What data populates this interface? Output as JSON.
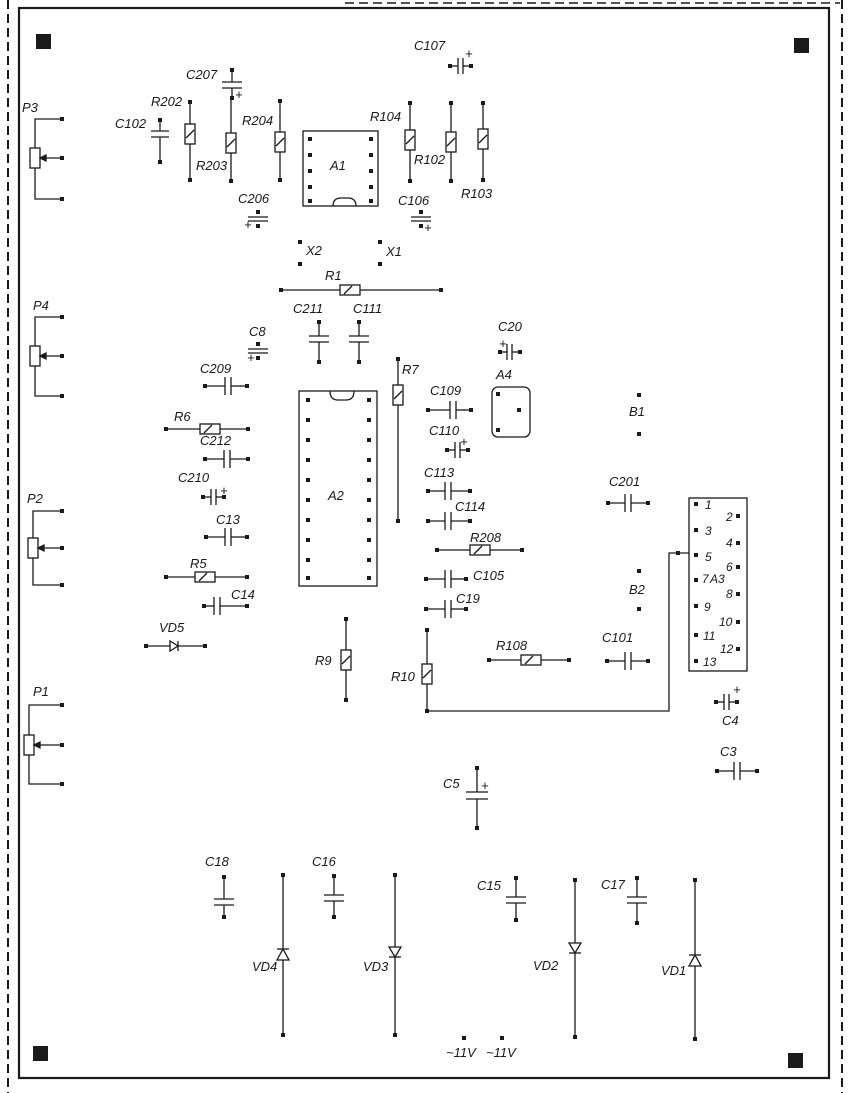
{
  "labels": {
    "P3": "P3",
    "P4": "P4",
    "P2": "P2",
    "P1": "P1",
    "C102": "C102",
    "R202": "R202",
    "C207": "C207",
    "R203": "R203",
    "R204": "R204",
    "C206": "C206",
    "A1": "A1",
    "C107": "C107",
    "R104": "R104",
    "R102": "R102",
    "R103": "R103",
    "C106": "C106",
    "X2": "X2",
    "X1": "X1",
    "R1": "R1",
    "C211": "C211",
    "C111": "C111",
    "C8": "C8",
    "C20": "C20",
    "C209": "C209",
    "R6": "R6",
    "C212": "C212",
    "C210": "C210",
    "C13": "C13",
    "R5": "R5",
    "C14": "C14",
    "VD5": "VD5",
    "A2": "A2",
    "R7": "R7",
    "C109": "C109",
    "A4": "A4",
    "C110": "C110",
    "C113": "C113",
    "C114": "C114",
    "R208": "R208",
    "C105": "C105",
    "C19": "C19",
    "R108": "R108",
    "C101": "C101",
    "R9": "R9",
    "R10": "R10",
    "B1": "B1",
    "C201": "C201",
    "B2": "B2",
    "A3": "A3",
    "C4": "C4",
    "C3": "C3",
    "C5": "C5",
    "C18": "C18",
    "C16": "C16",
    "C15": "C15",
    "C17": "C17",
    "VD4": "VD4",
    "VD3": "VD3",
    "VD2": "VD2",
    "VD1": "VD1",
    "V11a": "~11V",
    "V11b": "~11V"
  },
  "connector_pins": [
    "1",
    "2",
    "3",
    "4",
    "5",
    "6",
    "7",
    "8",
    "9",
    "10",
    "11",
    "12",
    "13"
  ],
  "colors": {
    "ink": "#1a1a1a",
    "paper": "#ffffff"
  }
}
